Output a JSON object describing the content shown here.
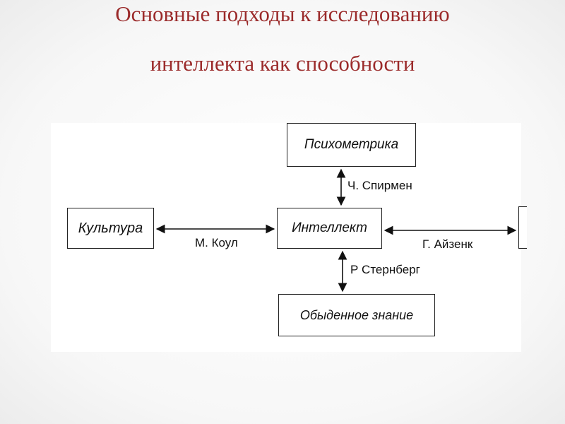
{
  "slide": {
    "title_line1": "Основные подходы к исследованию",
    "title_line2": "интеллекта как способности",
    "title_color": "#9b2b2b"
  },
  "diagram": {
    "nodes": {
      "psychometrics": "Психометрика",
      "intellect": "Интеллект",
      "culture": "Культура",
      "everyday": "Обыденное знание"
    },
    "edges": {
      "spearman": "Ч. Спирмен",
      "cole": "М. Коул",
      "eysenck": "Г. Айзенк",
      "sternberg": "Р  Стернберг"
    }
  }
}
